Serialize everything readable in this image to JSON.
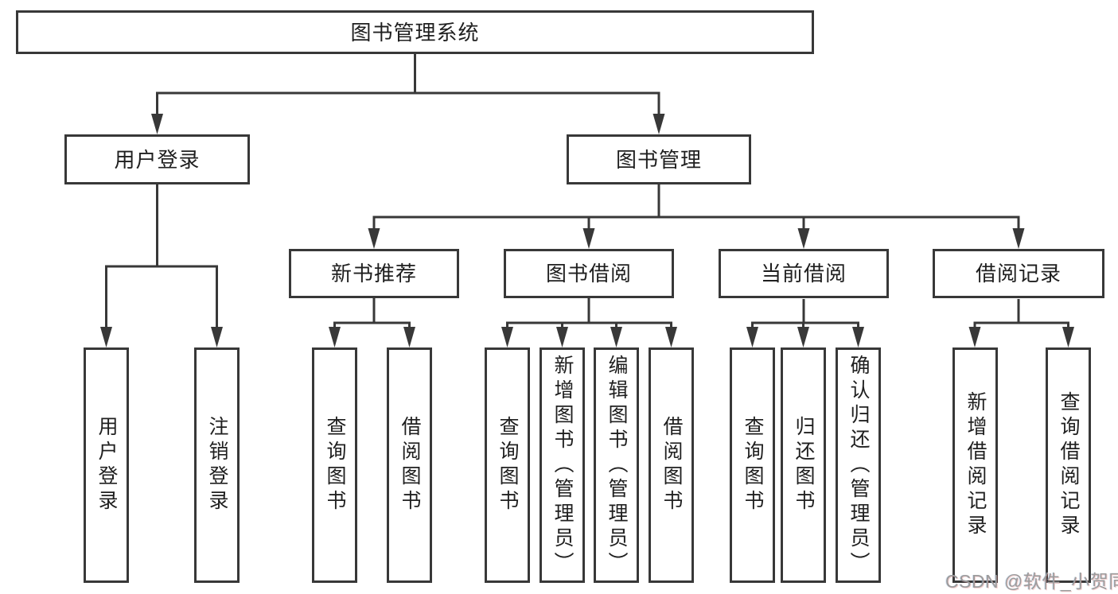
{
  "tree": {
    "root": {
      "label": "图书管理系统"
    },
    "branches": [
      {
        "label": "用户登录",
        "children": [
          {
            "label": "用户登录"
          },
          {
            "label": "注销登录"
          }
        ]
      },
      {
        "label": "图书管理",
        "children": [
          {
            "label": "新书推荐",
            "children": [
              {
                "label": "查询图书"
              },
              {
                "label": "借阅图书"
              }
            ]
          },
          {
            "label": "图书借阅",
            "children": [
              {
                "label": "查询图书"
              },
              {
                "label": "新增图书（管理员）"
              },
              {
                "label": "编辑图书（管理员）"
              },
              {
                "label": "借阅图书"
              }
            ]
          },
          {
            "label": "当前借阅",
            "children": [
              {
                "label": "查询图书"
              },
              {
                "label": "归还图书"
              },
              {
                "label": "确认归还（管理员）"
              }
            ]
          },
          {
            "label": "借阅记录",
            "children": [
              {
                "label": "新增借阅记录"
              },
              {
                "label": "查询借阅记录"
              }
            ]
          }
        ]
      }
    ]
  },
  "watermark": {
    "text": "CSDN @软件_小贺同学",
    "color": "#9c9c9c"
  },
  "colors": {
    "line": "#383838",
    "box_border": "#383838",
    "box_fill": "#ffffff",
    "text": "#1f1f1f",
    "background": "#ffffff"
  }
}
